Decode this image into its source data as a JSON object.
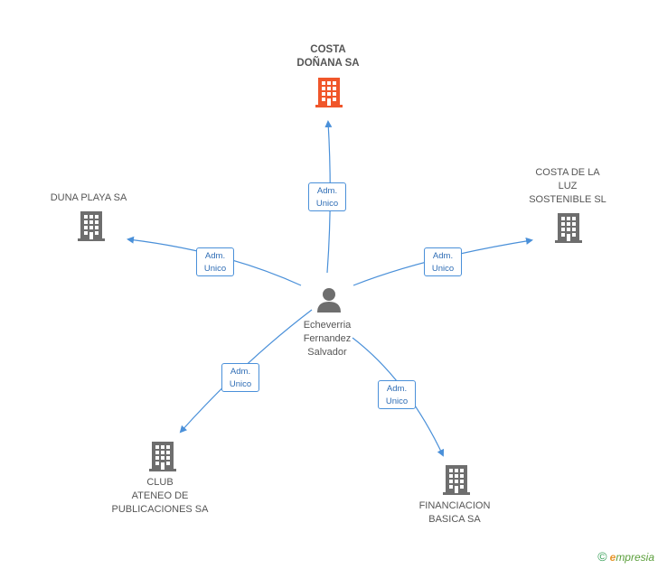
{
  "center": {
    "name_lines": [
      "Echeverria",
      "Fernandez",
      "Salvador"
    ]
  },
  "companies": [
    {
      "id": "costa-donana",
      "lines": [
        "COSTA",
        "DOÑANA SA"
      ],
      "highlight": true
    },
    {
      "id": "duna-playa",
      "lines": [
        "DUNA PLAYA SA"
      ],
      "highlight": false
    },
    {
      "id": "costa-de-la-luz",
      "lines": [
        "COSTA DE LA",
        "LUZ",
        "SOSTENIBLE SL"
      ],
      "highlight": false
    },
    {
      "id": "club-ateneo",
      "lines": [
        "CLUB",
        "ATENEO DE",
        "PUBLICACIONES SA"
      ],
      "highlight": false
    },
    {
      "id": "financiacion-basica",
      "lines": [
        "FINANCIACION",
        "BASICA SA"
      ],
      "highlight": false
    }
  ],
  "role": {
    "line1": "Adm.",
    "line2": "Unico"
  },
  "footer": {
    "copyright": "©",
    "brand_first": "e",
    "brand_rest": "mpresia"
  },
  "colors": {
    "edge": "#4a90d9",
    "building": "#6e6e6e",
    "highlight": "#f0562a",
    "person": "#6e6e6e"
  }
}
